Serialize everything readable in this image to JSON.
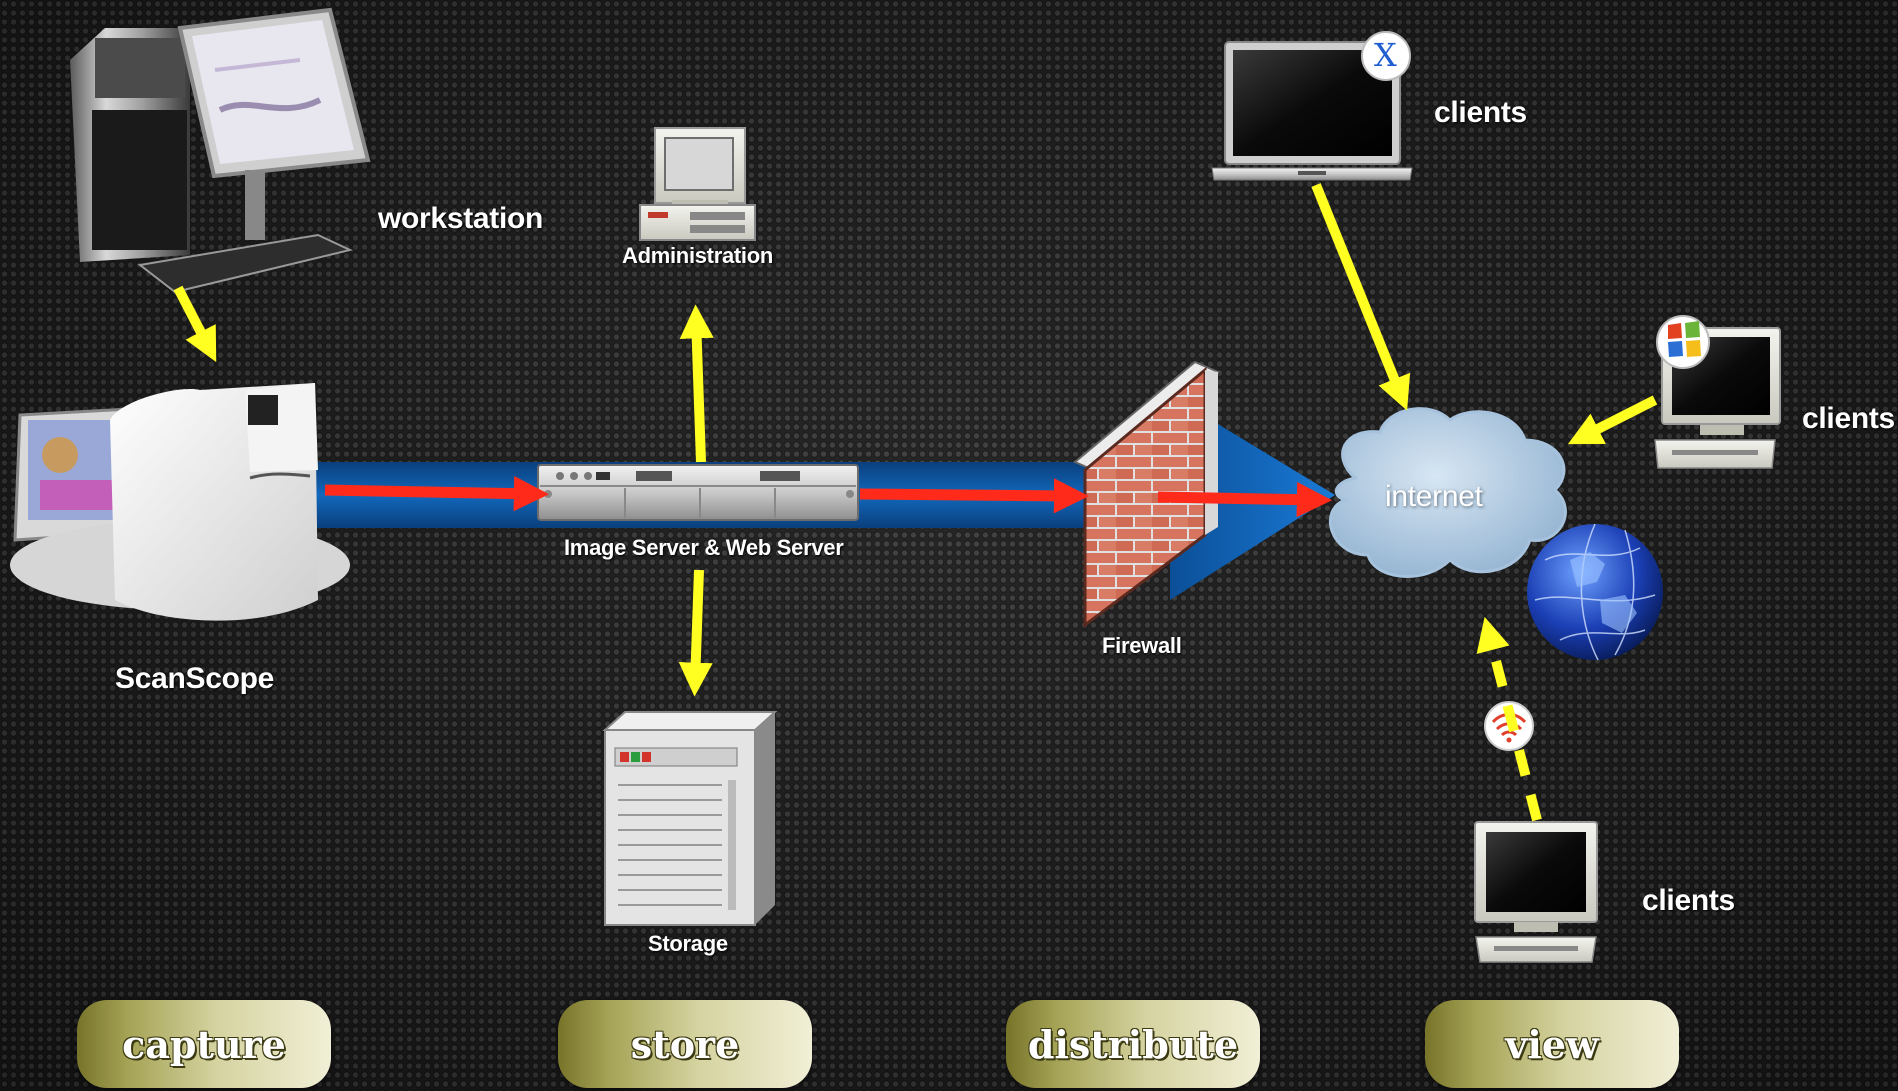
{
  "labels": {
    "workstation": "workstation",
    "scanscope": "ScanScope",
    "administration": "Administration",
    "image_server": "Image Server & Web Server",
    "storage": "Storage",
    "firewall": "Firewall",
    "internet": "internet",
    "clients_mac": "clients",
    "clients_windows": "clients",
    "clients_wireless": "clients"
  },
  "stages": [
    "capture",
    "store",
    "distribute",
    "view"
  ],
  "badges": {
    "mac_os_x": "X"
  },
  "colors": {
    "data_flow_arrow": "#ff2a1a",
    "link_arrow": "#ffff22",
    "network_band": "#0d5aa8",
    "background": "#1b1b1b"
  }
}
